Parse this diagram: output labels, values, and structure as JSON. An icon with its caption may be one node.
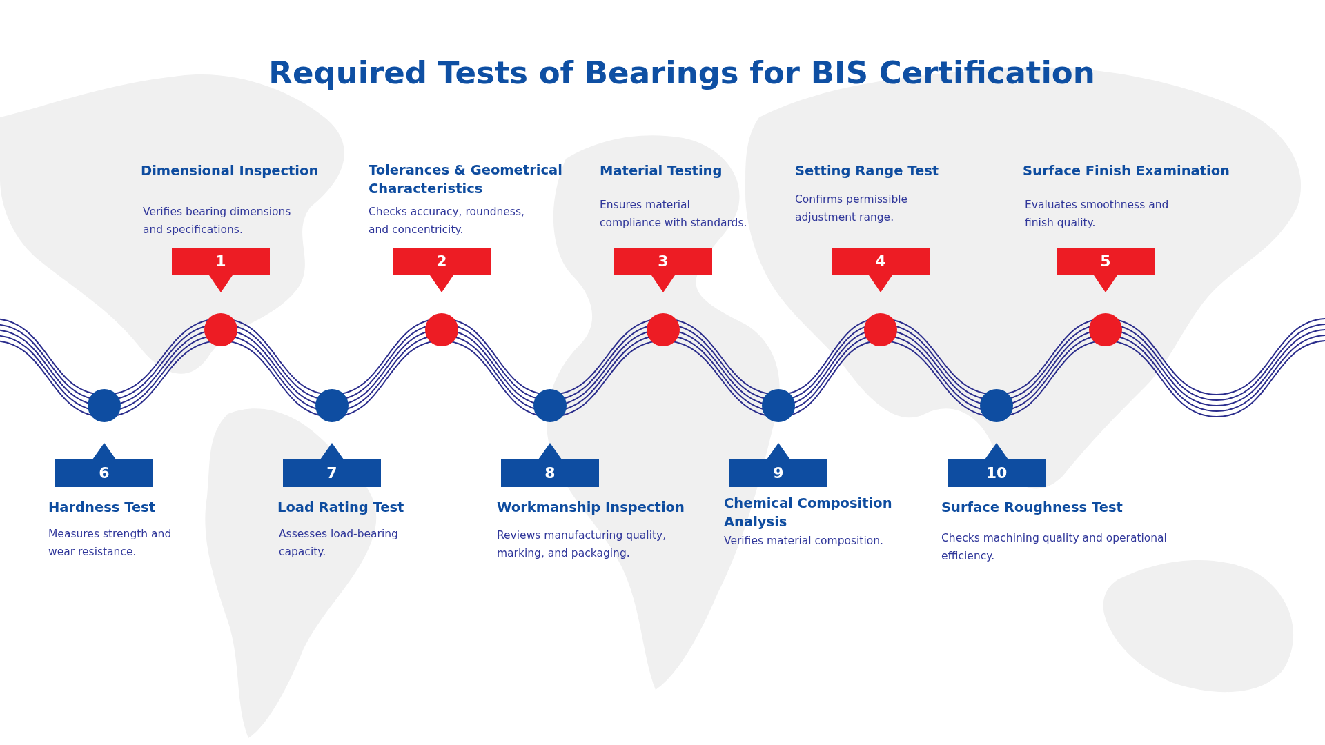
{
  "diagram": {
    "title": "Required Tests of Bearings for BIS Certification",
    "nodes": [
      {
        "text": [
          "Dimensional Inspection",
          "Verifies bearing dimensions and specifications.",
          "1"
        ]
      },
      {
        "text": [
          "Tolerances & Geometrical Characteristics",
          "Checks accuracy, roundness, and concentricity.",
          "2"
        ]
      },
      {
        "text": [
          "Material Testing",
          "Ensures material compliance with standards.",
          "3"
        ]
      },
      {
        "text": [
          "Setting Range Test",
          "Confirms permissible adjustment range.",
          "4"
        ]
      },
      {
        "text": [
          "Surface Finish Examination",
          "Evaluates smoothness and finish quality.",
          "5"
        ]
      },
      {
        "text": [
          "6",
          "Hardness Test",
          "Measures strength and wear resistance."
        ]
      },
      {
        "text": [
          "7",
          "Load Rating Test",
          "Assesses load-bearing capacity."
        ]
      },
      {
        "text": [
          "8",
          "Workmanship Inspection",
          "Reviews manufacturing quality, marking, and packaging."
        ]
      },
      {
        "text": [
          "9",
          "Chemical Composition Analysis",
          "Verifies material composition."
        ]
      },
      {
        "text": [
          "10",
          "Surface Roughness Test",
          "Checks machining quality and operational efficiency."
        ]
      }
    ]
  }
}
